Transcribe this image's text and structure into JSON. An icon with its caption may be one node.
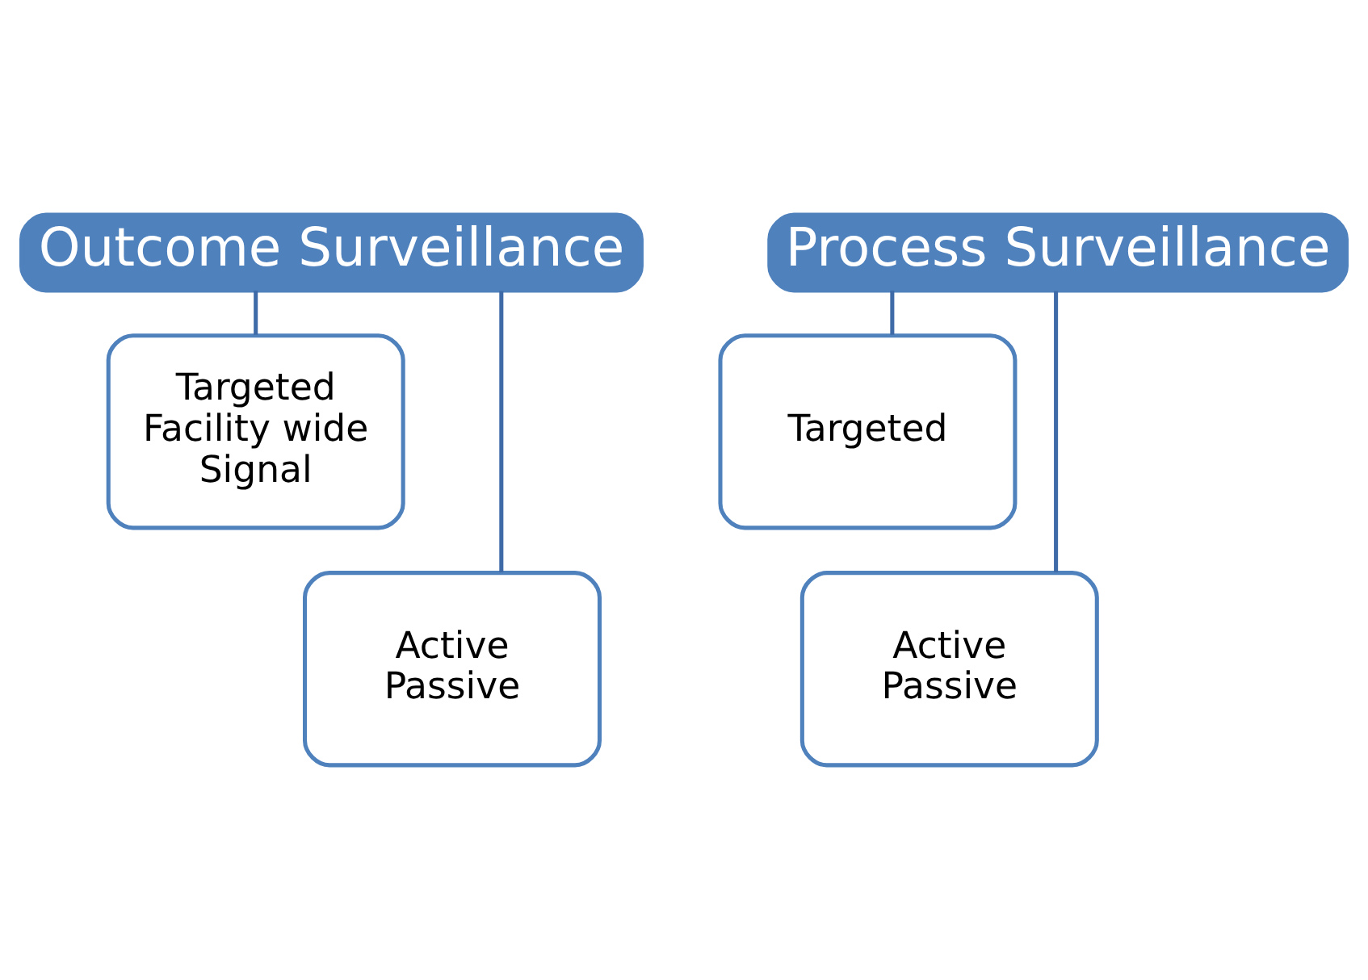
{
  "diagram": {
    "nodes": [
      {
        "text": [
          "Outcome Surveillance"
        ]
      },
      {
        "text": [
          "Targeted",
          "Facility wide",
          "Signal"
        ]
      },
      {
        "text": [
          "Active",
          "Passive"
        ]
      },
      {
        "text": [
          "Process Surveillance"
        ]
      },
      {
        "text": [
          "Targeted"
        ]
      },
      {
        "text": [
          "Active",
          "Passive"
        ]
      }
    ],
    "edges": [
      {
        "from": 0,
        "to": 1,
        "arrow": "none"
      },
      {
        "from": 0,
        "to": 2,
        "arrow": "none"
      },
      {
        "from": 3,
        "to": 4,
        "arrow": "none"
      },
      {
        "from": 3,
        "to": 5,
        "arrow": "none"
      }
    ]
  }
}
